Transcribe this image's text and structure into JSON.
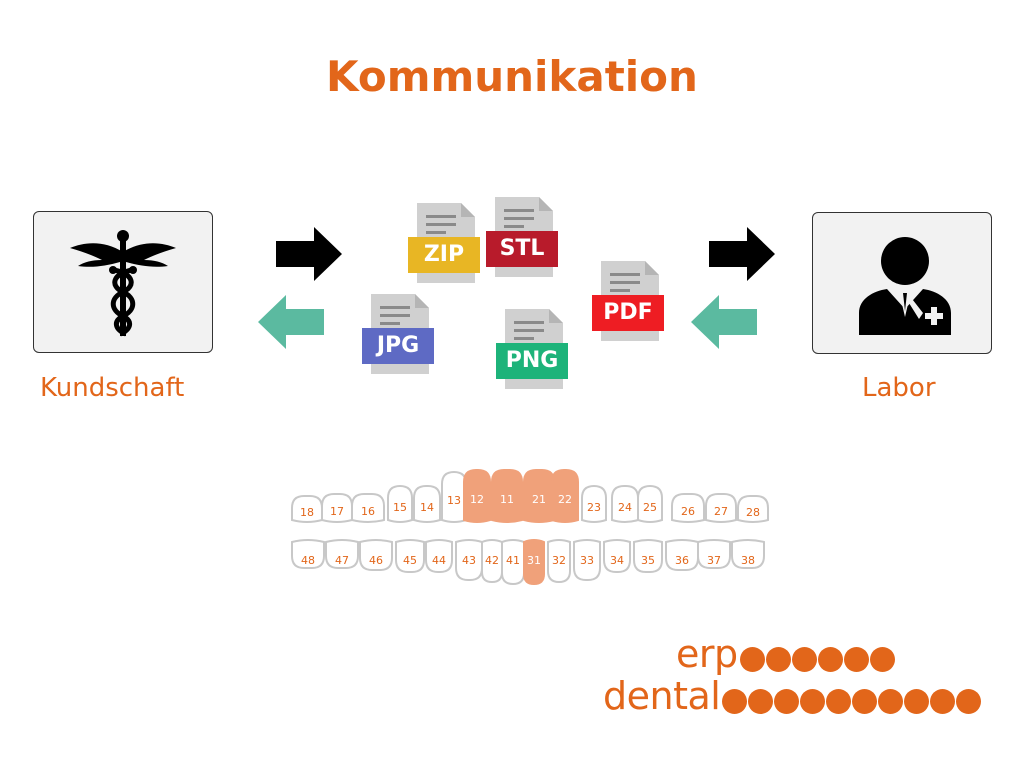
{
  "title": "Kommunikation",
  "left_party": {
    "label": "Kundschaft",
    "icon": "caduceus-icon"
  },
  "right_party": {
    "label": "Labor",
    "icon": "doctor-icon"
  },
  "files": [
    {
      "label": "ZIP",
      "color": "#E8B624"
    },
    {
      "label": "STL",
      "color": "#B81B2B"
    },
    {
      "label": "PDF",
      "color": "#EE1D23"
    },
    {
      "label": "JPG",
      "color": "#5E6AC4"
    },
    {
      "label": "PNG",
      "color": "#1DB37A"
    }
  ],
  "colors": {
    "accent": "#E2661A",
    "arrow_black": "#000000",
    "arrow_teal": "#5BBAA0",
    "tooth_highlight": "#F0A17A"
  },
  "teeth": {
    "upper": [
      "18",
      "17",
      "16",
      "15",
      "14",
      "13",
      "12",
      "11",
      "21",
      "22",
      "23",
      "24",
      "25",
      "26",
      "27",
      "28"
    ],
    "lower": [
      "48",
      "47",
      "46",
      "45",
      "44",
      "43",
      "42",
      "41",
      "31",
      "32",
      "33",
      "34",
      "35",
      "36",
      "37",
      "38"
    ],
    "highlighted": [
      "12",
      "11",
      "21",
      "22",
      "31"
    ]
  },
  "logo": {
    "line1": "erp",
    "line2": "dental"
  }
}
